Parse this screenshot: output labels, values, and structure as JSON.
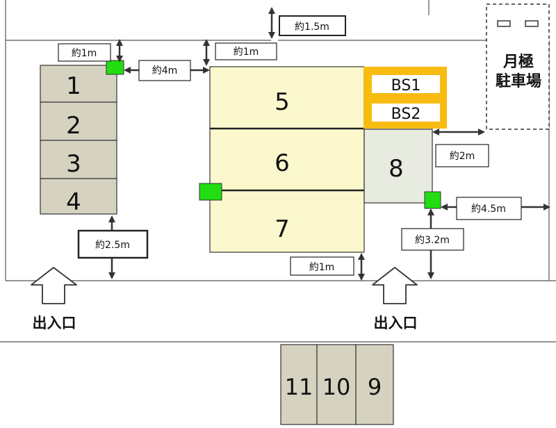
{
  "colors": {
    "beige": "#d6d2c0",
    "cream": "#fbf8ce",
    "grey_green": "#e8ebe0",
    "orange": "#f8bb10",
    "green": "#22dd11",
    "line": "#333333"
  },
  "lots": {
    "p1": "1",
    "p2": "2",
    "p3": "3",
    "p4": "4",
    "p5": "5",
    "p6": "6",
    "p7": "7",
    "p8": "8",
    "p9": "9",
    "p10": "10",
    "p11": "11"
  },
  "bus": {
    "bs1": "BS1",
    "bs2": "BS2"
  },
  "monthly_parking": {
    "line1": "月極",
    "line2": "駐車場"
  },
  "dimensions": {
    "d_1_5m": "約1.5m",
    "d_1m_left": "約1m",
    "d_1m_center": "約1m",
    "d_4m": "約4m",
    "d_2m": "約2m",
    "d_4_5m": "約4.5m",
    "d_3_2m": "約3.2m",
    "d_2_5m": "約2.5m",
    "d_1m_bottom": "約1m"
  },
  "entrances": {
    "left": "出入口",
    "right": "出入口"
  }
}
